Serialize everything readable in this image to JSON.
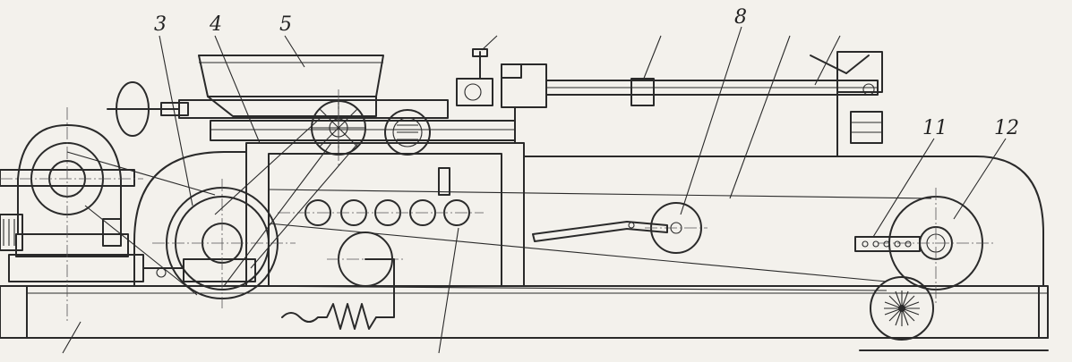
{
  "figure": {
    "callouts": [
      "3",
      "4",
      "5",
      "8",
      "11",
      "12"
    ]
  },
  "colors": {
    "ink": "#2a2a2a",
    "paper": "#f3f1ec"
  }
}
